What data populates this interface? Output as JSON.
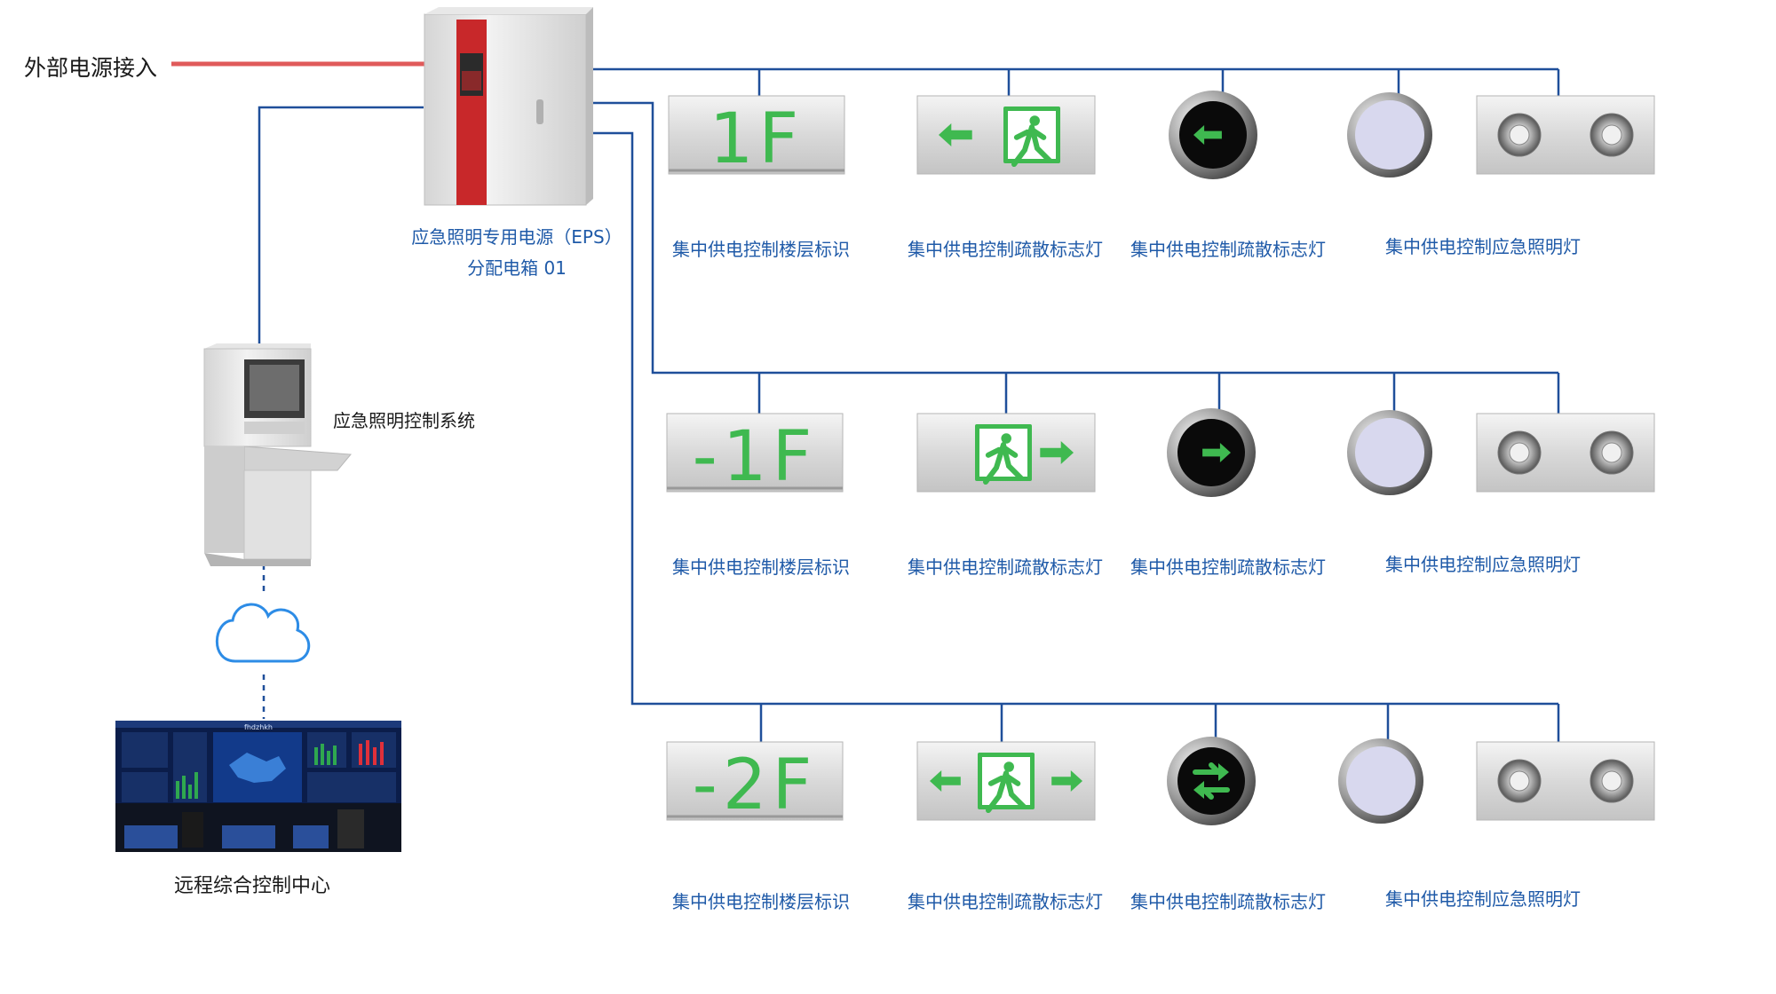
{
  "external_power": "外部电源接入",
  "eps": {
    "line1": "应急照明专用电源（EPS）",
    "line2": "分配电箱 01"
  },
  "control_system": "应急照明控制系统",
  "remote_center": "远程综合控制中心",
  "screen_title": "fhdzhkh",
  "rows": [
    {
      "floor": "1F",
      "labels": [
        "集中供电控制楼层标识",
        "集中供电控制疏散标志灯",
        "集中供电控制疏散标志灯",
        "集中供电控制应急照明灯"
      ],
      "exit_arrow": "left",
      "round_arrow": "left"
    },
    {
      "floor": "-1F",
      "labels": [
        "集中供电控制楼层标识",
        "集中供电控制疏散标志灯",
        "集中供电控制疏散标志灯",
        "集中供电控制应急照明灯"
      ],
      "exit_arrow": "right",
      "round_arrow": "right"
    },
    {
      "floor": "-2F",
      "labels": [
        "集中供电控制楼层标识",
        "集中供电控制疏散标志灯",
        "集中供电控制疏散标志灯",
        "集中供电控制应急照明灯"
      ],
      "exit_arrow": "both",
      "round_arrow": "both"
    }
  ],
  "colors": {
    "line": "#1f4f9a",
    "power": "#e05a5a",
    "sign_green": "#3fb950",
    "label_blue": "#1f5aa8"
  }
}
